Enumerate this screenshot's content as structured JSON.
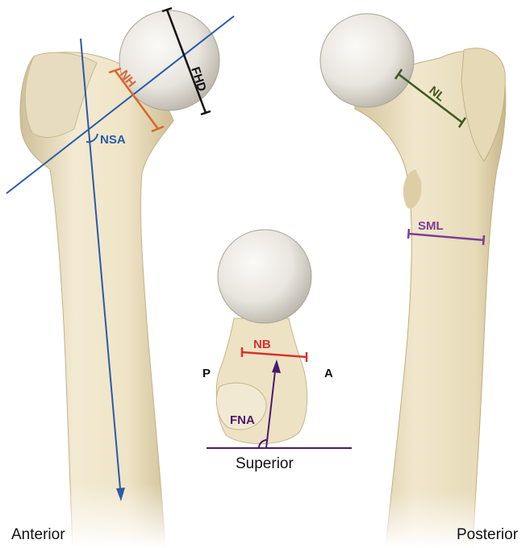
{
  "colors": {
    "bone": "#f0e6cc",
    "bone_shade": "#d9cba6",
    "bone_highlight": "#f8f3e6",
    "head": "#e9e6df",
    "blue": "#2a5aa8",
    "orange": "#d9652a",
    "black": "#111111",
    "olive": "#3d5a1e",
    "purple": "#7a3e96",
    "red": "#d8322e",
    "dark_purple": "#4a1a6a"
  },
  "views": {
    "left": "Anterior",
    "right": "Posterior",
    "middle": "Superior"
  },
  "measurements": {
    "fhd": "FHD",
    "nh": "NH",
    "nsa": "NSA",
    "nl": "NL",
    "sml": "SML",
    "nb": "NB",
    "fna": "FNA"
  },
  "directions": {
    "posterior": "P",
    "anterior": "A"
  }
}
